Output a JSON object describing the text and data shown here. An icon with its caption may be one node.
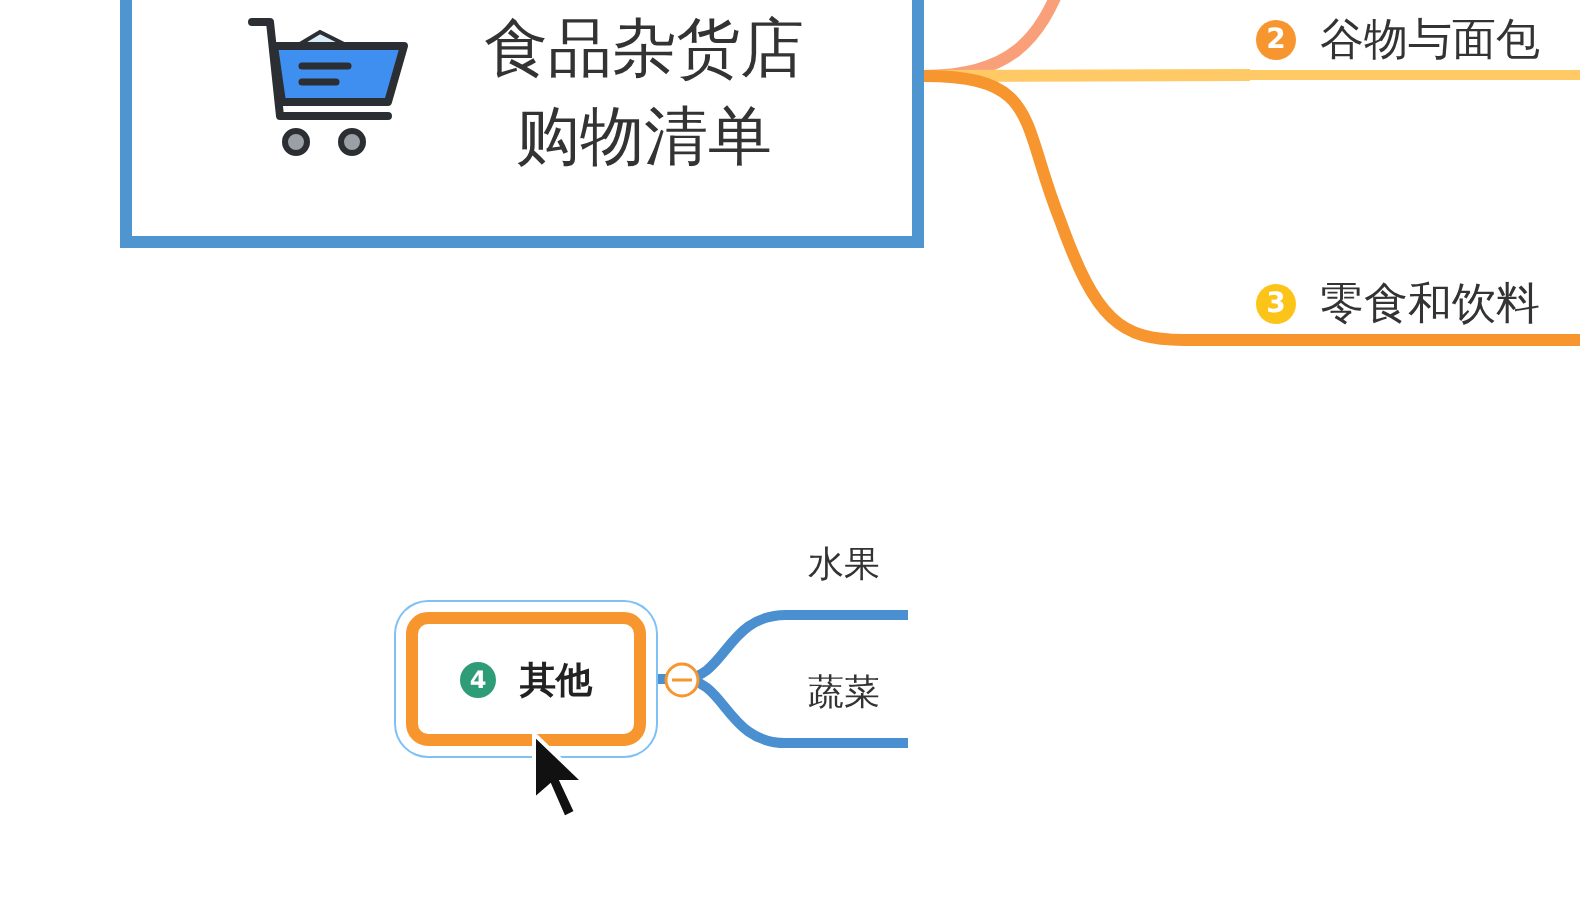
{
  "diagram": {
    "nodes": [
      {
        "text": [
          "食品杂货店购物清单"
        ]
      },
      {
        "text": [
          "2",
          "谷物与面包"
        ]
      },
      {
        "text": [
          "3",
          "零食和饮料"
        ]
      },
      {
        "text": [
          "4",
          "其他"
        ]
      },
      {
        "text": [
          "水果"
        ]
      },
      {
        "text": [
          "蔬菜"
        ]
      }
    ],
    "edges": [
      {
        "from": 0,
        "to": null,
        "arrow": "none",
        "color": "#f9a07a"
      },
      {
        "from": 0,
        "to": 1,
        "arrow": "none",
        "color": "#ffc966"
      },
      {
        "from": 0,
        "to": 2,
        "arrow": "none",
        "color": "#f7952f"
      },
      {
        "from": 3,
        "to": 4,
        "arrow": "none",
        "color": "#4a8fcf"
      },
      {
        "from": 3,
        "to": 5,
        "arrow": "none",
        "color": "#4a8fcf"
      }
    ]
  }
}
